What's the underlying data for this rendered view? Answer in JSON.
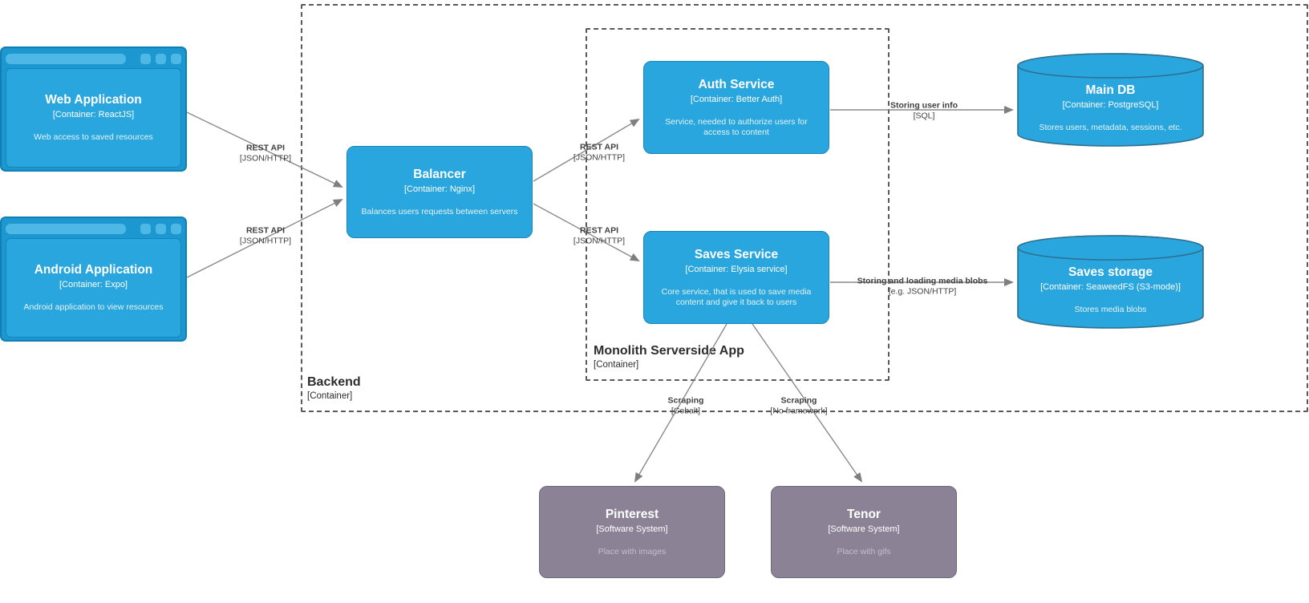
{
  "diagram": {
    "groups": {
      "backend": {
        "title": "Backend",
        "meta": "[Container]"
      },
      "monolith": {
        "title": "Monolith Serverside App",
        "meta": "[Container]"
      }
    },
    "nodes": {
      "web_app": {
        "title": "Web Application",
        "meta": "[Container: ReactJS]",
        "description": "Web access to saved resources"
      },
      "android_app": {
        "title": "Android Application",
        "meta": "[Container: Expo]",
        "description": "Android application to view resources"
      },
      "balancer": {
        "title": "Balancer",
        "meta": "[Container: Nginx]",
        "description": "Balances users requests between servers"
      },
      "auth_service": {
        "title": "Auth Service",
        "meta": "[Container: Better Auth]",
        "description": "Service, needed to authorize users for access to content"
      },
      "saves_service": {
        "title": "Saves Service",
        "meta": "[Container: Elysia service]",
        "description": "Core service, that is used to save media content and give it back to users"
      },
      "main_db": {
        "title": "Main DB",
        "meta": "[Container: PostgreSQL]",
        "description": "Stores users, metadata, sessions, etc."
      },
      "saves_storage": {
        "title": "Saves storage",
        "meta": "[Container: SeaweedFS (S3-mode)]",
        "description": "Stores media blobs"
      },
      "pinterest": {
        "title": "Pinterest",
        "meta": "[Software System]",
        "description": "Place with images"
      },
      "tenor": {
        "title": "Tenor",
        "meta": "[Software System]",
        "description": "Place with gifs"
      }
    },
    "edges": {
      "web_to_balancer": {
        "label": "REST API",
        "tech": "[JSON/HTTP]"
      },
      "android_to_balancer": {
        "label": "REST API",
        "tech": "[JSON/HTTP]"
      },
      "balancer_to_auth": {
        "label": "REST API",
        "tech": "[JSON/HTTP]"
      },
      "balancer_to_saves": {
        "label": "REST API",
        "tech": "[JSON/HTTP]"
      },
      "auth_to_maindb": {
        "label": "Storing user info",
        "tech": "[SQL]"
      },
      "saves_to_storage": {
        "label": "Storing and loading media blobs",
        "tech": "[e.g. JSON/HTTP]"
      },
      "saves_to_pinterest": {
        "label": "Scraping",
        "tech": "[Cobalt]"
      },
      "saves_to_tenor": {
        "label": "Scraping",
        "tech": "[No framework]"
      }
    },
    "colors": {
      "container_fill": "#29a6dd",
      "container_border": "#1a84b4",
      "external_fill": "#8b8395",
      "external_border": "#6f6879",
      "arrow": "#8a8a8a",
      "group_border": "#5a5a5a",
      "label_text": "#3f3f3f"
    }
  }
}
